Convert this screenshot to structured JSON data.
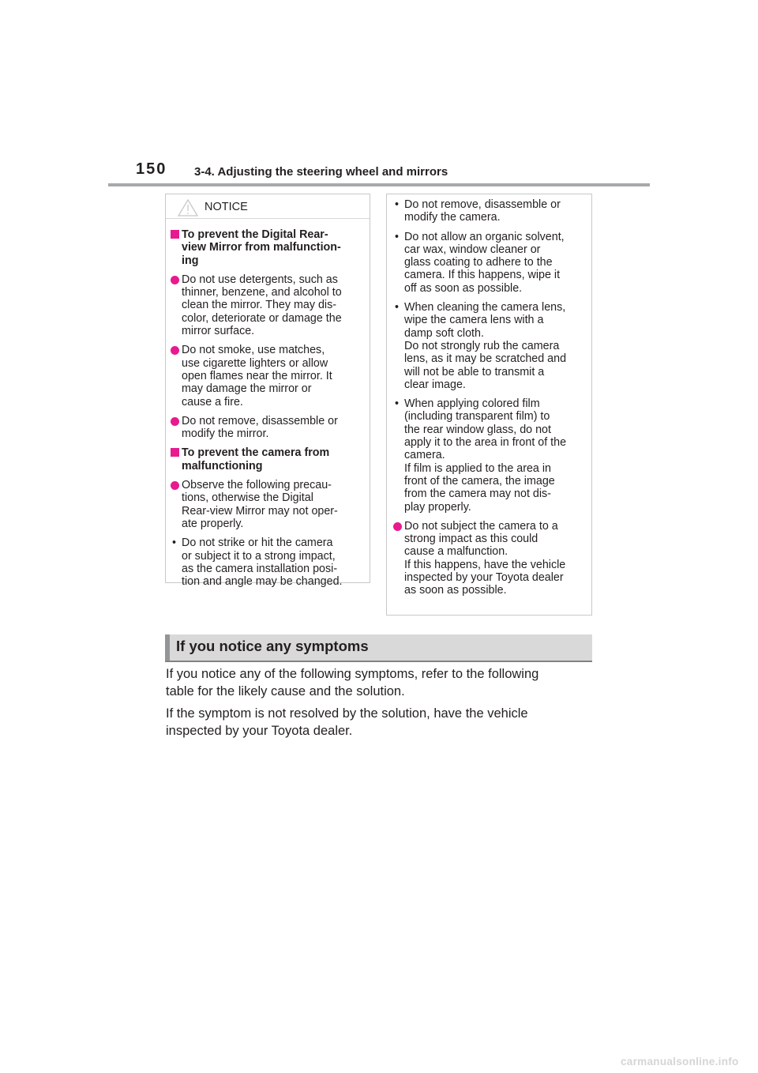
{
  "header": {
    "page_number": "150",
    "section": "3-4. Adjusting the steering wheel and mirrors"
  },
  "notice": {
    "label": "NOTICE",
    "left_items": [
      {
        "type": "square",
        "text": "To prevent the Digital Rear-\nview Mirror from malfunction-\ning"
      },
      {
        "type": "dot",
        "text": "Do not use detergents, such as\nthinner, benzene, and alcohol to\nclean the mirror. They may dis-\ncolor, deteriorate or damage the\nmirror surface."
      },
      {
        "type": "dot",
        "text": "Do not smoke, use matches,\nuse cigarette lighters or allow\nopen flames near the mirror. It\nmay damage the mirror or\ncause a fire."
      },
      {
        "type": "dot",
        "text": "Do not remove, disassemble or\nmodify the mirror."
      },
      {
        "type": "square",
        "text": "To prevent the camera from\nmalfunctioning"
      },
      {
        "type": "dot",
        "text": "Observe the following precau-\ntions, otherwise the Digital\nRear-view Mirror may not oper-\nate properly."
      },
      {
        "type": "bullet",
        "text": "Do not strike or hit the camera\nor subject it to a strong impact,\nas the camera installation posi-\ntion and angle may be changed."
      }
    ],
    "right_items": [
      {
        "type": "bullet",
        "text": "Do not remove, disassemble or\nmodify the camera."
      },
      {
        "type": "bullet",
        "text": "Do not allow an organic solvent,\ncar wax, window cleaner or\nglass coating to adhere to the\ncamera. If this happens, wipe it\noff as soon as possible."
      },
      {
        "type": "bullet",
        "text": "When cleaning the camera lens,\nwipe the camera lens with a\ndamp soft cloth.\nDo not strongly rub the camera\nlens, as it may be scratched and\nwill not be able to transmit a\nclear image."
      },
      {
        "type": "bullet",
        "text": "When applying colored film\n(including transparent film) to\nthe rear window glass, do not\napply it to the area in front of the\ncamera.\nIf film is applied to the area in\nfront of the camera, the image\nfrom the camera may not dis-\nplay properly."
      },
      {
        "type": "dot",
        "text": "Do not subject the camera to a\nstrong impact as this could\ncause a malfunction.\nIf this happens, have the vehicle\ninspected by your Toyota dealer\nas soon as possible."
      }
    ]
  },
  "symptoms": {
    "heading": "If you notice any symptoms",
    "paragraph1": "If you notice any of the following symptoms, refer to the following\ntable for the likely cause and the solution.",
    "paragraph2": "If the symptom is not resolved by the solution, have the vehicle\ninspected by your Toyota dealer."
  },
  "bullet_glyph": "•",
  "watermark": "carmanualsonline.info",
  "colors": {
    "marker": "#e71a8f",
    "rule": "#a7a9ac",
    "heading_bar": "#d9d9da"
  }
}
